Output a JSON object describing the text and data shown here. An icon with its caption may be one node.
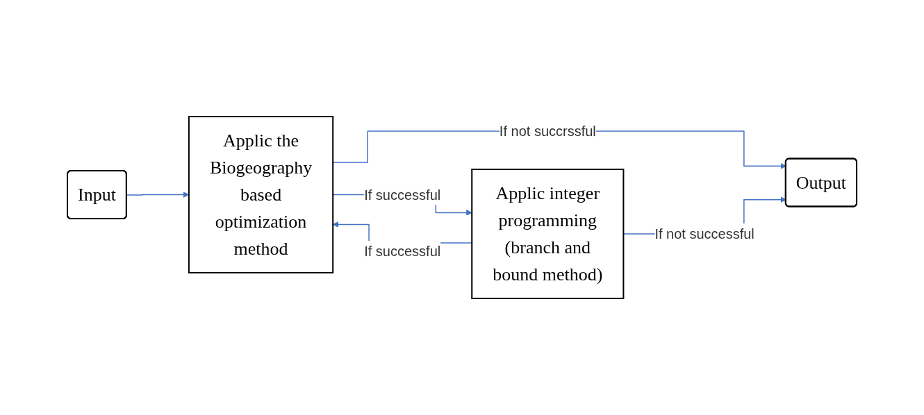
{
  "diagram": {
    "nodes": [
      {
        "text": [
          "Input"
        ]
      },
      {
        "text": [
          "Applic the Biogeography based optimization method"
        ]
      },
      {
        "text": [
          "Applic integer programming (branch and bound method)"
        ]
      },
      {
        "text": [
          "Output"
        ]
      }
    ],
    "edges": [
      {
        "from": 0,
        "to": 1,
        "arrow": "to"
      },
      {
        "from": 1,
        "to": 2,
        "arrow": "to",
        "label": "If successful"
      },
      {
        "from": 2,
        "to": 1,
        "arrow": "to",
        "label": "If successful"
      },
      {
        "from": 1,
        "to": 3,
        "arrow": "to",
        "label": "If not succrssful"
      },
      {
        "from": 2,
        "to": 3,
        "arrow": "to",
        "label": "If not successful"
      }
    ]
  }
}
